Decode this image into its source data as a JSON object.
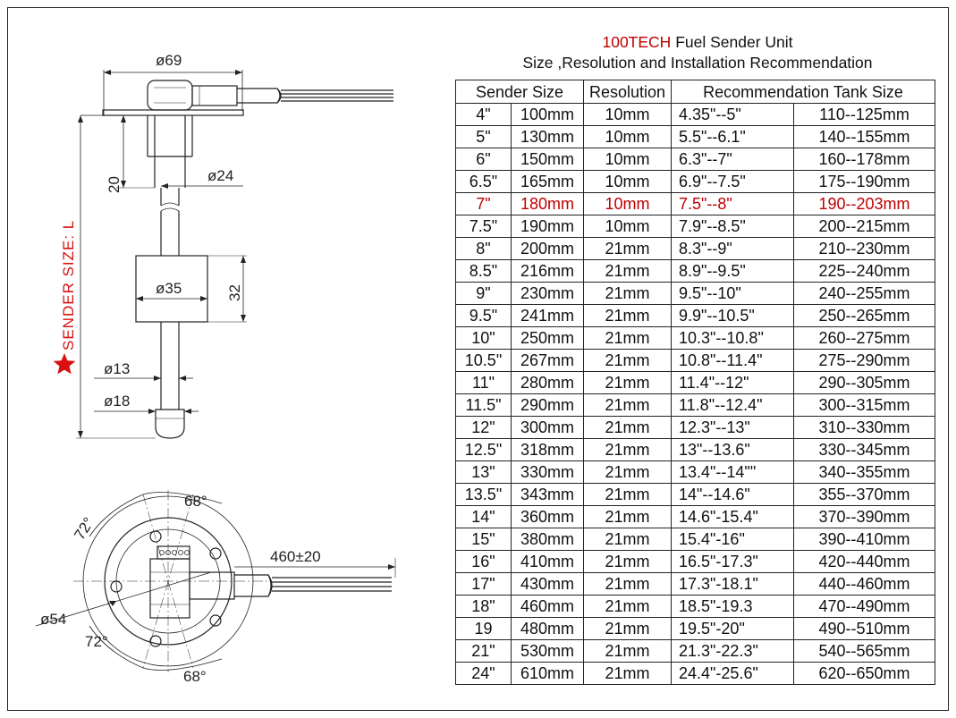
{
  "title": {
    "brand": "100TECH",
    "line1_rest": " Fuel Sender Unit",
    "line2": "Size ,Resolution and Installation Recommendation"
  },
  "table": {
    "headers": {
      "sender_size": "Sender Size",
      "resolution": "Resolution",
      "recommendation": "Recommendation Tank Size"
    },
    "highlight_color": "#c00000",
    "rows": [
      [
        "4\"",
        "100mm",
        "10mm",
        "4.35\"--5\"",
        "110--125mm"
      ],
      [
        "5\"",
        "130mm",
        "10mm",
        "5.5\"--6.1\"",
        "140--155mm"
      ],
      [
        "6\"",
        "150mm",
        "10mm",
        "6.3\"--7\"",
        "160--178mm"
      ],
      [
        "6.5\"",
        "165mm",
        "10mm",
        "6.9\"--7.5\"",
        "175--190mm"
      ],
      [
        "7\"",
        "180mm",
        "10mm",
        "7.5\"--8\"",
        "190--203mm"
      ],
      [
        "7.5\"",
        "190mm",
        "10mm",
        "7.9\"--8.5\"",
        "200--215mm"
      ],
      [
        "8\"",
        "200mm",
        "21mm",
        "8.3\"--9\"",
        "210--230mm"
      ],
      [
        "8.5\"",
        "216mm",
        "21mm",
        "8.9\"--9.5\"",
        "225--240mm"
      ],
      [
        "9\"",
        "230mm",
        "21mm",
        "9.5\"--10\"",
        "240--255mm"
      ],
      [
        "9.5\"",
        "241mm",
        "21mm",
        "9.9\"--10.5\"",
        "250--265mm"
      ],
      [
        "10\"",
        "250mm",
        "21mm",
        "10.3\"--10.8\"",
        "260--275mm"
      ],
      [
        "10.5\"",
        "267mm",
        "21mm",
        "10.8\"--11.4\"",
        "275--290mm"
      ],
      [
        "11\"",
        "280mm",
        "21mm",
        "11.4\"--12\"",
        "290--305mm"
      ],
      [
        "11.5\"",
        "290mm",
        "21mm",
        "11.8\"--12.4\"",
        "300--315mm"
      ],
      [
        "12\"",
        "300mm",
        "21mm",
        "12.3\"--13\"",
        "310--330mm"
      ],
      [
        "12.5\"",
        "318mm",
        "21mm",
        "13\"--13.6\"",
        "330--345mm"
      ],
      [
        "13\"",
        "330mm",
        "21mm",
        "13.4\"--14\"\"",
        "340--355mm"
      ],
      [
        "13.5\"",
        "343mm",
        "21mm",
        "14\"--14.6\"",
        "355--370mm"
      ],
      [
        "14\"",
        "360mm",
        "21mm",
        "14.6\"-15.4\"",
        "370--390mm"
      ],
      [
        "15\"",
        "380mm",
        "21mm",
        "15.4\"-16\"",
        "390--410mm"
      ],
      [
        "16\"",
        "410mm",
        "21mm",
        "16.5\"-17.3\"",
        "420--440mm"
      ],
      [
        "17\"",
        "430mm",
        "21mm",
        "17.3\"-18.1\"",
        "440--460mm"
      ],
      [
        "18\"",
        "460mm",
        "21mm",
        "18.5\"-19.3",
        "470--490mm"
      ],
      [
        "19",
        "480mm",
        "21mm",
        "19.5\"-20\"",
        "490--510mm"
      ],
      [
        "21\"",
        "530mm",
        "21mm",
        "21.3\"-22.3\"",
        "540--565mm"
      ],
      [
        "24\"",
        "610mm",
        "21mm",
        "24.4\"-25.6\"",
        "620--650mm"
      ]
    ]
  },
  "side_view": {
    "dim_flange": "ø69",
    "dim_head_height": "20",
    "dim_tube": "ø24",
    "dim_float": "ø35",
    "dim_float_height": "32",
    "dim_rod": "ø13",
    "dim_end": "ø18",
    "sender_size_label": "SENDER  SIZE:  L",
    "star_color": "#d81010"
  },
  "top_view": {
    "angle_top": "68°",
    "angle_left_top": "72°",
    "angle_left_bottom": "72°",
    "angle_bottom": "68°",
    "dim_bolt_circle": "ø54",
    "dim_cable": "460±20"
  }
}
